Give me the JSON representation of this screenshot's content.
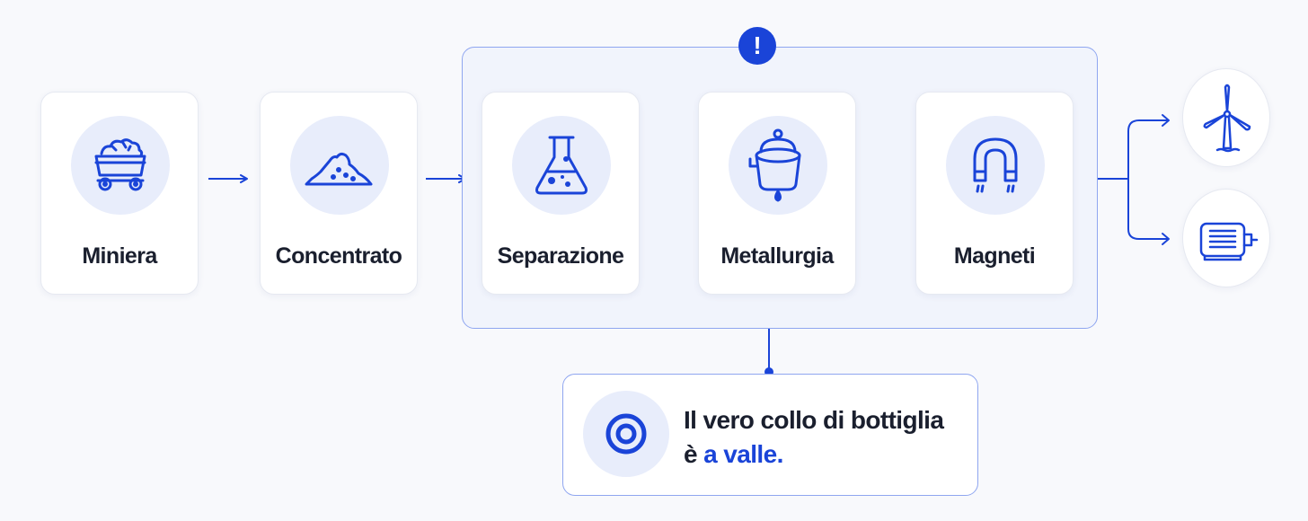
{
  "steps": [
    {
      "label": "Miniera",
      "icon": "mine-cart-icon"
    },
    {
      "label": "Concentrato",
      "icon": "ore-pile-icon"
    },
    {
      "label": "Separazione",
      "icon": "flask-icon"
    },
    {
      "label": "Metallurgia",
      "icon": "ladle-icon"
    },
    {
      "label": "Magneti",
      "icon": "magnet-icon"
    }
  ],
  "alert": {
    "symbol": "!",
    "icon": "alert-icon"
  },
  "outputs": [
    {
      "icon": "wind-turbine-icon"
    },
    {
      "icon": "electric-motor-icon"
    }
  ],
  "callout": {
    "icon": "target-icon",
    "line1": "Il vero collo di bottiglia",
    "line2_prefix": "è ",
    "line2_accent": "a valle."
  },
  "colors": {
    "accent": "#1a44d8",
    "icon_bg": "#e8edfb",
    "group_border": "#8fa6f0",
    "group_bg": "#f1f4fc",
    "text": "#1a1f2e"
  }
}
